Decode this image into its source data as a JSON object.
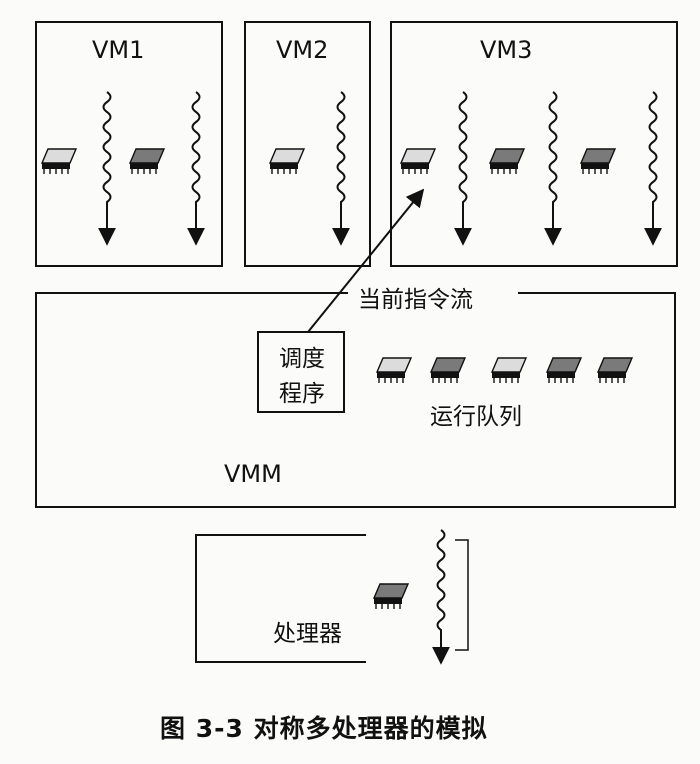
{
  "diagram": {
    "vm_boxes": [
      {
        "label": "VM1"
      },
      {
        "label": "VM2"
      },
      {
        "label": "VM3"
      }
    ],
    "vmm_label": "VMM",
    "current_instruction_stream_label": "当前指令流",
    "scheduler_label_line1": "调度",
    "scheduler_label_line2": "程序",
    "run_queue_label": "运行队列",
    "processor_label": "处理器",
    "caption": "图 3-3    对称多处理器的模拟"
  },
  "colors": {
    "chip_light": "#dcdcdc",
    "chip_dark": "#7a7a7a",
    "line": "#111111",
    "background": "#fbfbf9"
  }
}
